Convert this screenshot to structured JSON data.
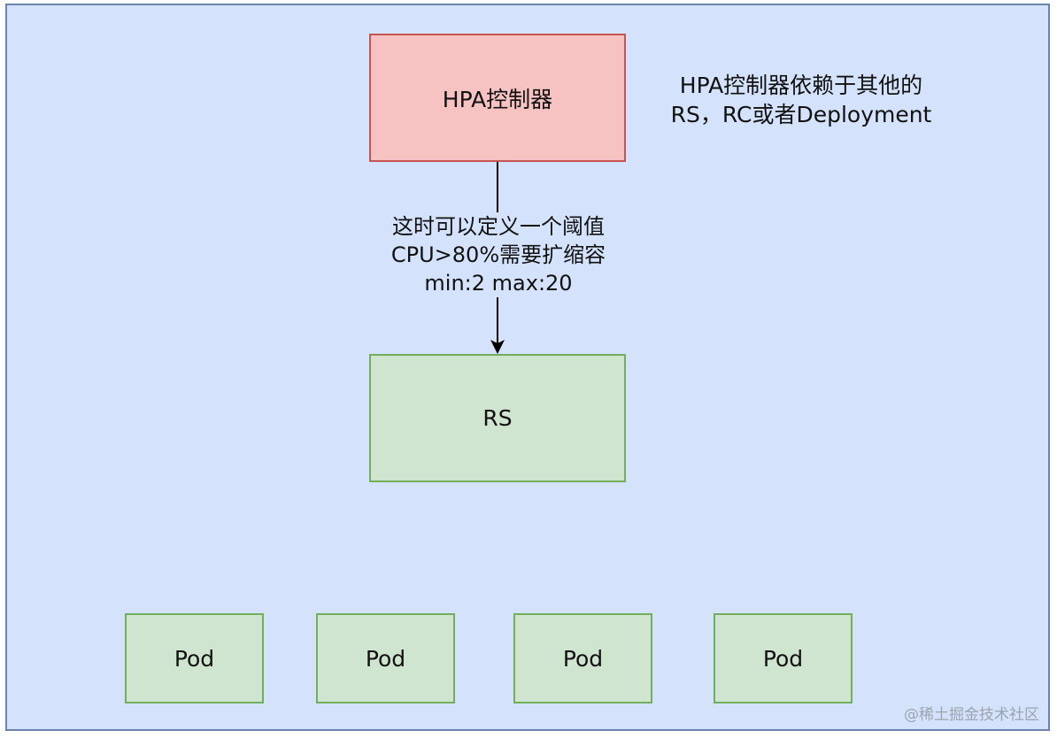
{
  "diagram": {
    "nodes": {
      "hpa": "HPA控制器",
      "rs": "RS",
      "pods": [
        "Pod",
        "Pod",
        "Pod",
        "Pod"
      ]
    },
    "note": {
      "line1": "HPA控制器依赖于其他的",
      "line2": "RS，RC或者Deployment"
    },
    "edge_label": {
      "line1": "这时可以定义一个阈值",
      "line2": "CPU>80%需要扩缩容",
      "line3": "min:2 max:20"
    }
  },
  "watermark": "@稀土掘金技术社区",
  "colors": {
    "background": "#d4e3fb",
    "background_border": "#6b84ad",
    "hpa_fill": "#f6c3c2",
    "hpa_border": "#c55553",
    "green_fill": "#d0e5cf",
    "green_border": "#73ae5c"
  }
}
